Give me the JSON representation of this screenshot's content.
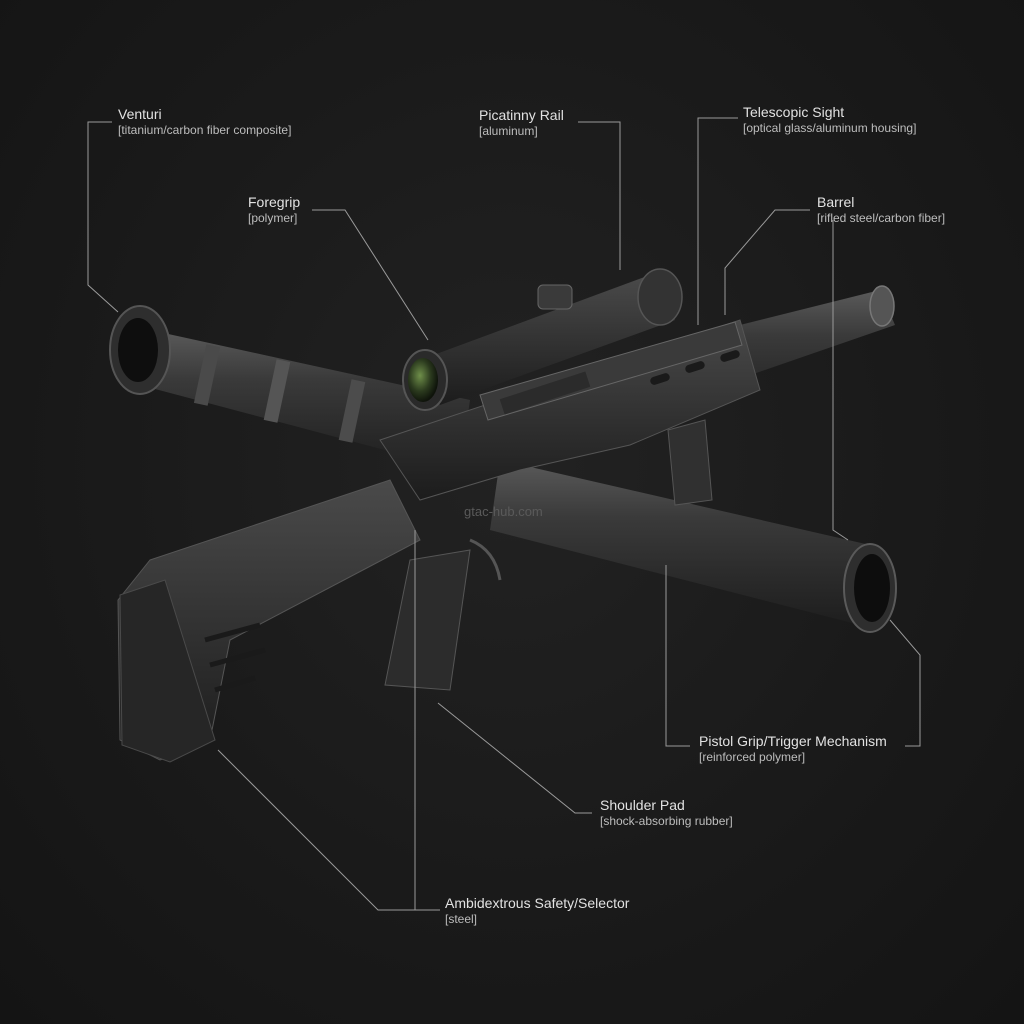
{
  "watermark": "gtac-hub.com",
  "callouts": {
    "venturi": {
      "name": "Venturi",
      "material": "[titanium/carbon fiber composite]"
    },
    "rail": {
      "name": "Picatinny Rail",
      "material": "[aluminum]"
    },
    "scope": {
      "name": "Telescopic Sight",
      "material": "[optical glass/aluminum housing]"
    },
    "foregrip": {
      "name": "Foregrip",
      "material": "[polymer]"
    },
    "barrel": {
      "name": "Barrel",
      "material": "[rifled steel/carbon fiber]"
    },
    "grip": {
      "name": "Pistol Grip/Trigger Mechanism",
      "material": "[reinforced polymer]"
    },
    "shoulder": {
      "name": "Shoulder Pad",
      "material": "[shock-absorbing rubber]"
    },
    "safety": {
      "name": "Ambidextrous Safety/Selector",
      "material": "[steel]"
    }
  }
}
